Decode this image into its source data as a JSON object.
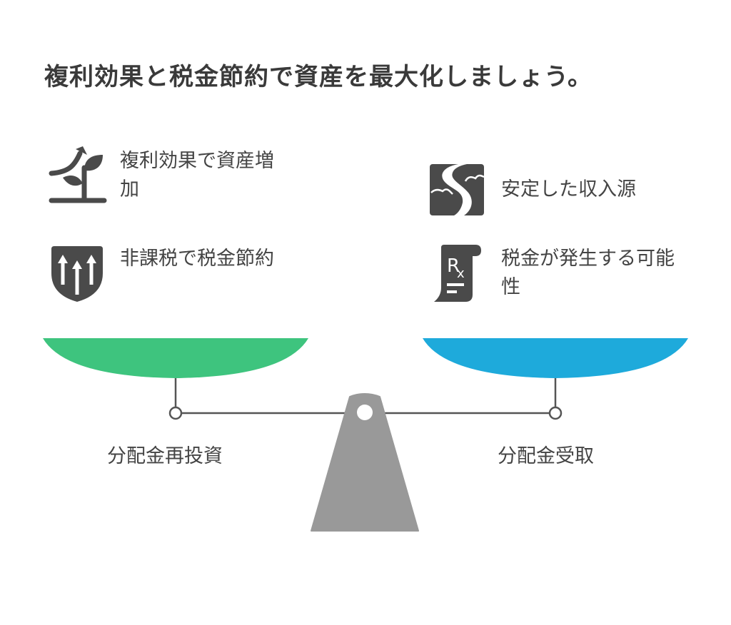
{
  "title": "複利効果と税金節約で資産を最大化しましょう。",
  "left": {
    "label": "分配金再投資",
    "items": [
      {
        "icon": "sprout-growth-icon",
        "text": "複利効果で資産増加"
      },
      {
        "icon": "shield-arrows-icon",
        "text": "非課税で税金節約"
      }
    ]
  },
  "right": {
    "label": "分配金受取",
    "items": [
      {
        "icon": "river-icon",
        "text": "安定した収入源"
      },
      {
        "icon": "prescription-scroll-icon",
        "text": "税金が発生する可能性"
      }
    ]
  },
  "colors": {
    "left_pan": "#3ec47e",
    "right_pan": "#1eaadb",
    "fulcrum": "#999999",
    "icon": "#4a4a4a"
  }
}
